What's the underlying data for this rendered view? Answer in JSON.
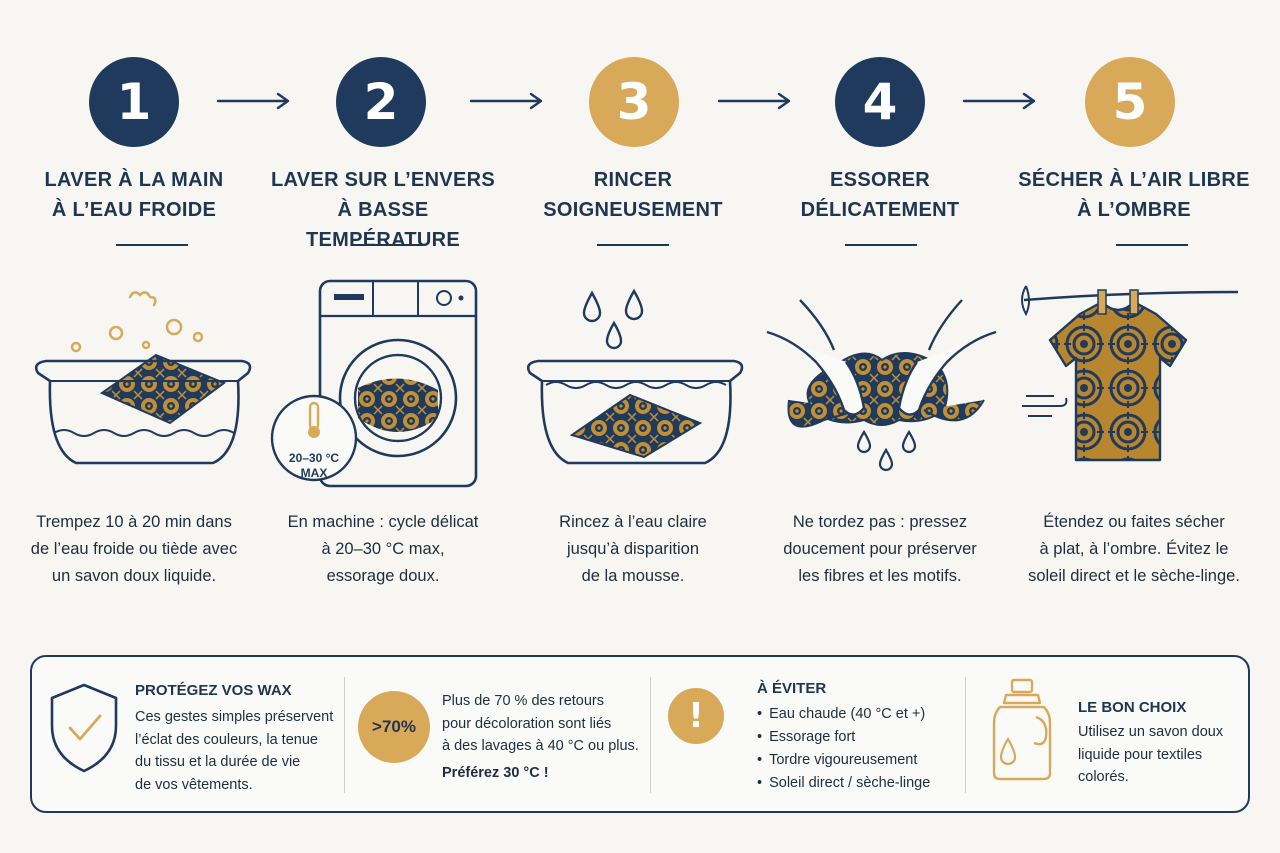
{
  "colors": {
    "navy": "#1f3a5c",
    "gold": "#d9a95a",
    "pattern": "#b8862f"
  },
  "steps": [
    {
      "number": "1",
      "color": "#1f3a5c",
      "title": [
        "LAVER À LA MAIN",
        "À L’EAU FROIDE"
      ],
      "desc": [
        "Trempez 10 à 20 min dans",
        "de l’eau froide ou tiède avec",
        "un savon doux liquide."
      ],
      "icon": "hand-wash-basin-icon"
    },
    {
      "number": "2",
      "color": "#1f3a5c",
      "title": [
        "LAVER SUR L’ENVERS",
        "À BASSE TEMPÉRATURE"
      ],
      "desc": [
        "En machine : cycle délicat",
        "à 20–30 °C max,",
        "essorage doux."
      ],
      "icon": "washing-machine-icon",
      "badge": [
        "20–30 °C",
        "MAX"
      ]
    },
    {
      "number": "3",
      "color": "#d9a95a",
      "title": [
        "RINCER",
        "SOIGNEUSEMENT"
      ],
      "desc": [
        "Rincez à l’eau claire",
        "jusqu’à disparition",
        "de la mousse."
      ],
      "icon": "rinse-basin-icon"
    },
    {
      "number": "4",
      "color": "#1f3a5c",
      "title": [
        "ESSORER",
        "DÉLICATEMENT"
      ],
      "desc": [
        "Ne tordez pas : pressez",
        "doucement pour préserver",
        "les fibres et les motifs."
      ],
      "icon": "hands-press-fabric-icon"
    },
    {
      "number": "5",
      "color": "#d9a95a",
      "title": [
        "SÉCHER À L’AIR LIBRE",
        "À L’OMBRE"
      ],
      "desc": [
        "Étendez ou faites sécher",
        "à plat, à l’ombre. Évitez le",
        "soleil direct et le sèche-linge."
      ],
      "icon": "shirt-on-line-icon"
    }
  ],
  "panel": {
    "protect": {
      "title": "PROTÉGEZ VOS WAX",
      "lines": [
        "Ces gestes simples préservent",
        "l’éclat des couleurs, la tenue",
        "du tissu et la durée de vie",
        "de vos vêtements."
      ],
      "icon": "shield-check-icon"
    },
    "stat": {
      "badge": ">70%",
      "lines": [
        "Plus de 70 % des retours",
        "pour décoloration sont liés",
        "à des lavages à 40 °C ou plus."
      ],
      "emphasis": "Préférez 30 °C !"
    },
    "avoid": {
      "icon_label": "!",
      "title": "À ÉVITER",
      "items": [
        "Eau chaude (40 °C et +)",
        "Essorage fort",
        "Tordre vigoureusement",
        "Soleil direct / sèche-linge"
      ]
    },
    "choice": {
      "title": "LE BON CHOIX",
      "lines": [
        "Utilisez un savon doux",
        "liquide pour textiles",
        "colorés."
      ],
      "icon": "detergent-bottle-icon"
    }
  }
}
